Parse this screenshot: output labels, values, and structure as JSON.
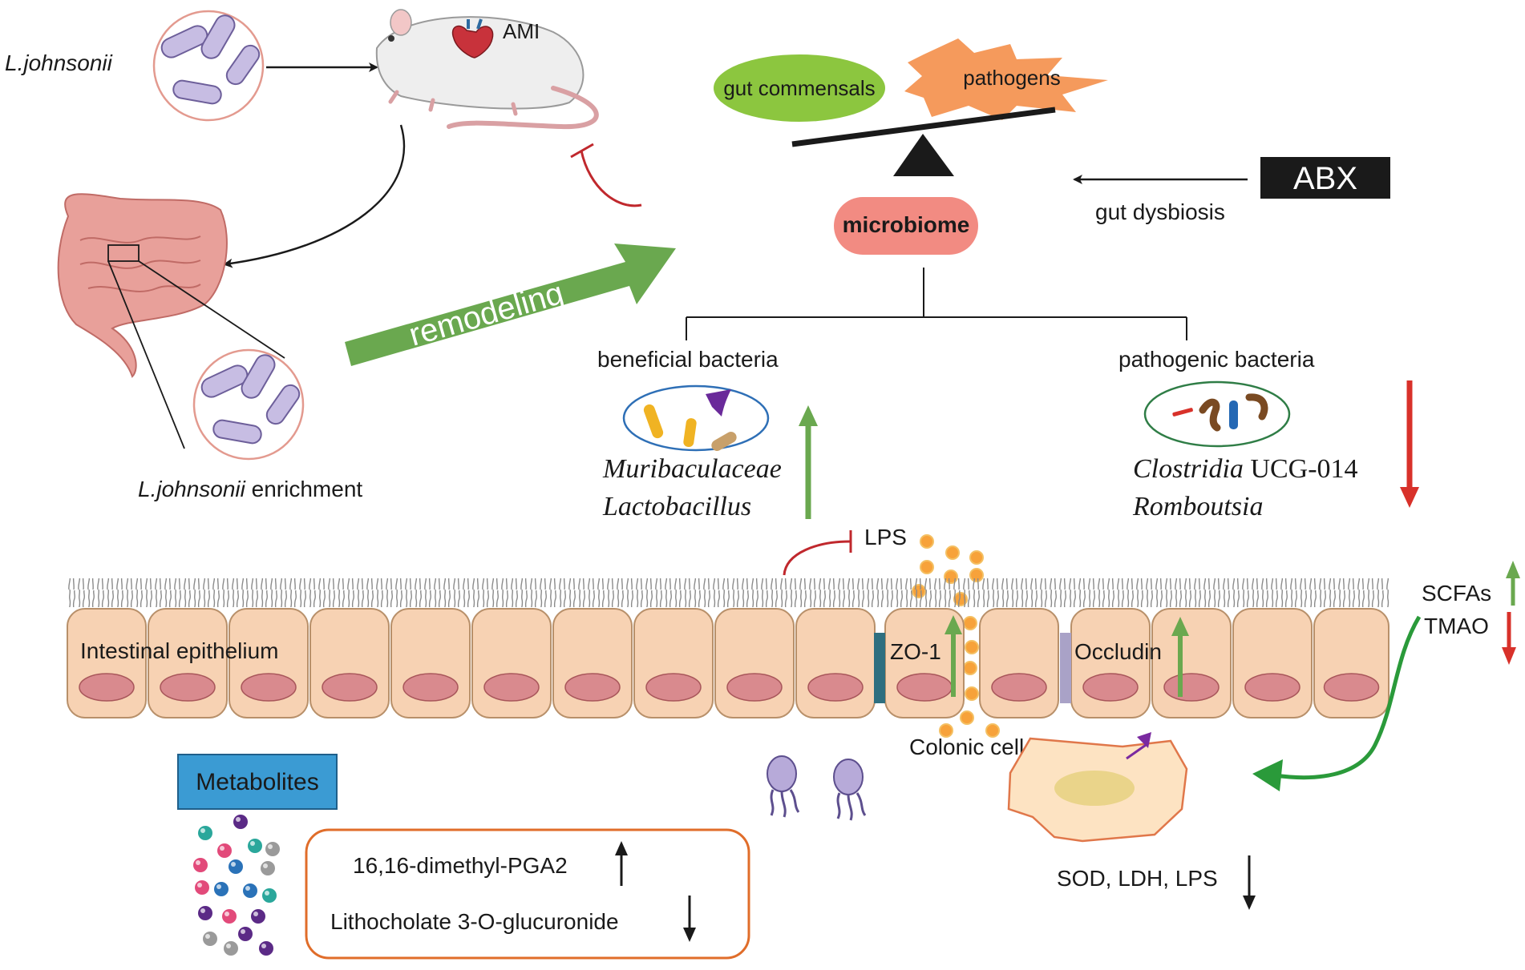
{
  "labels": {
    "l_johnsonii": "L.johnsonii",
    "ami": "AMI",
    "gut_commensals": "gut commensals",
    "pathogens": "pathogens",
    "abx": "ABX",
    "gut_dysbiosis": "gut dysbiosis",
    "microbiome": "microbiome",
    "remodeling": "remodeling",
    "beneficial_bacteria": "beneficial bacteria",
    "pathogenic_bacteria": "pathogenic bacteria",
    "enrichment_species": "L.johnsonii",
    "enrichment_suffix": " enrichment",
    "muribaculaceae": "Muribaculaceae",
    "lactobacillus": "Lactobacillus",
    "clostridia": "Clostridia",
    "clostridia_suffix": " UCG-014",
    "romboutsia": "Romboutsia",
    "lps": "LPS",
    "scfas": "SCFAs",
    "tmao": "TMAO",
    "intestinal_epithelium": "Intestinal epithelium",
    "zo1": "ZO-1",
    "occludin": "Occludin",
    "colonic_cell": "Colonic cell",
    "metabolites": "Metabolites",
    "metabolite_up": "16,16-dimethyl-PGA2",
    "metabolite_down": "Lithocholate 3-O-glucuronide",
    "sod_ldh_lps": "SOD, LDH, LPS"
  },
  "colors": {
    "green_arrow": "#6aa84f",
    "red_arrow": "#d8312a",
    "gut_commensals": "#8cc63f",
    "pathogens": "#f59a5c",
    "microbiome": "#f28b82",
    "metabolites_box": "#3b9bd3",
    "cell_fill": "#f7d2b3",
    "nucleus": "#d98a8e",
    "inhibit_red": "#c0282d",
    "colonic_cell": "#fde3c2",
    "metabolite_frame": "#e06d2a"
  }
}
